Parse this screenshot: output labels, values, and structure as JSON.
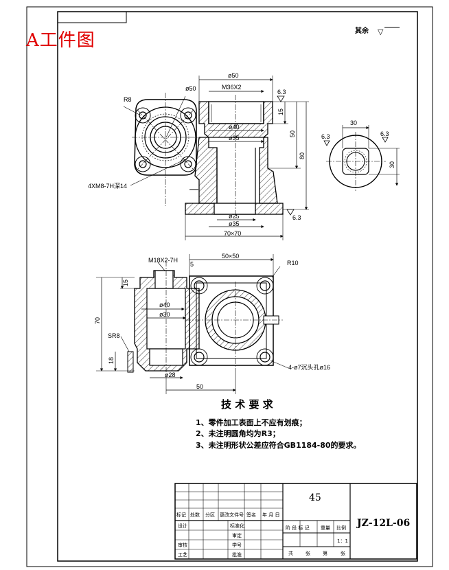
{
  "corner_label": "A工件图",
  "roughness_note": "其余",
  "roughness_symbol": "▽",
  "view_top": {
    "dims": {
      "phi50_top": "ø50",
      "m36": "M36X2",
      "phi50_left": "ø50",
      "r8": "R8",
      "phi40": "ø40",
      "phi35_top": "ø35",
      "phi25": "ø25",
      "phi35_bottom": "ø35",
      "size70": "70×70",
      "h15": "15",
      "h50": "50",
      "h80": "80",
      "threads": "4XM8-7H深14",
      "r63a": "6.3",
      "r63b": "6.3"
    }
  },
  "view_side": {
    "dims": {
      "w30": "30",
      "h30": "30",
      "r63c": "6.3",
      "r63d": "6.3"
    }
  },
  "view_bottom": {
    "dims": {
      "m18": "M18X2-7H",
      "d5": "5",
      "size50x50": "50×50",
      "r10": "R10",
      "h15": "15",
      "h70": "70",
      "phi40": "ø40",
      "phi30": "ø30",
      "sr8": "SR8",
      "h18": "18",
      "phi28": "ø28",
      "w50": "50",
      "holes": "4-ø7沉头孔ø16"
    }
  },
  "requirements": {
    "title": "技 术 要 求",
    "items": [
      "1、零件加工表面上不应有划痕；",
      "2、未注明圆角均为R3；",
      "3、未注明形状公差应符合GB1184-80的要求。"
    ]
  },
  "title_block": {
    "material": "45",
    "drawing_no": "JZ-12L-06",
    "scale": "1：1",
    "headers": [
      "标记",
      "处数",
      "分区",
      "更改文件号",
      "签名",
      "年 月 日"
    ],
    "row_labels": [
      "设计",
      "审核",
      "工艺"
    ],
    "mid_labels": [
      "标准化",
      "审定",
      "学号",
      "批准"
    ],
    "stage_headers": [
      "阶 段 标 记",
      "重量",
      "比例"
    ],
    "sheet_info": [
      "共",
      "张",
      "第",
      "张"
    ]
  }
}
